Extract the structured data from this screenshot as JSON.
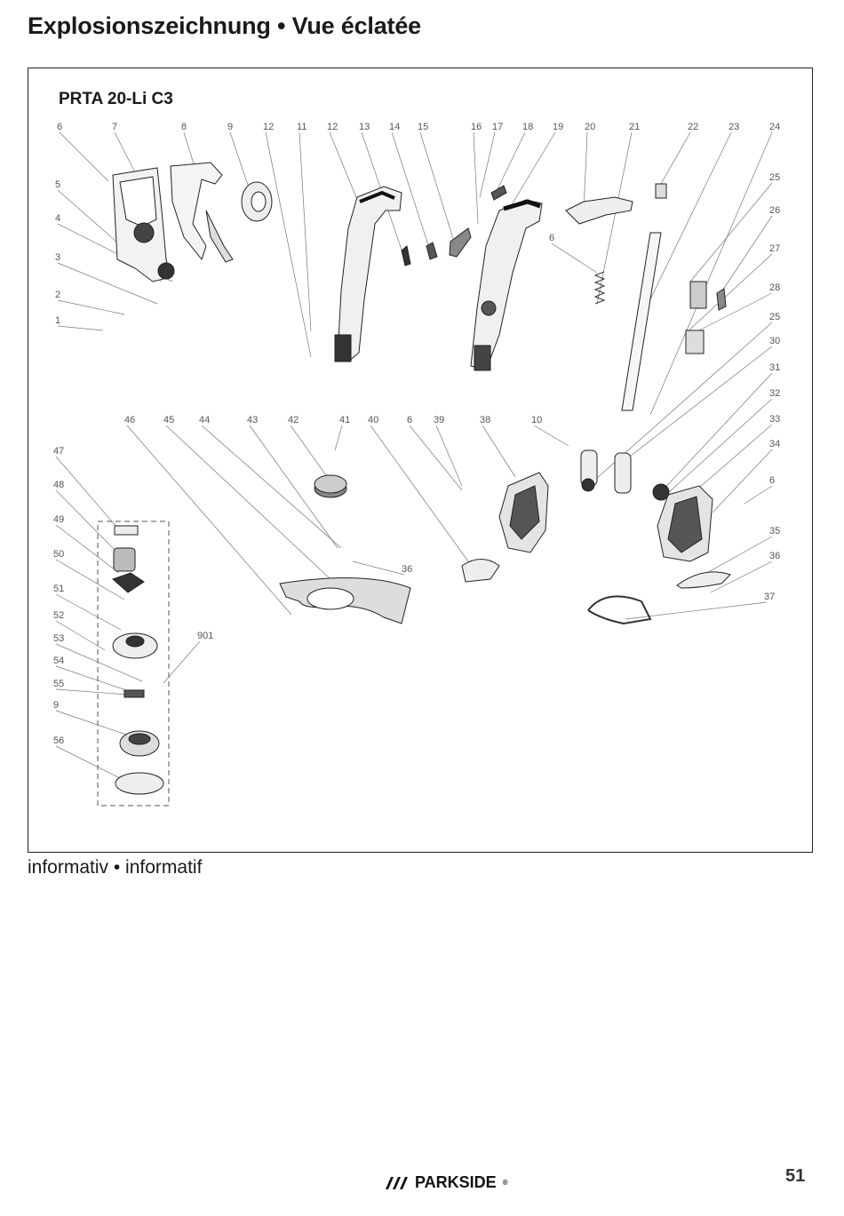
{
  "title": "Explosionszeichnung • Vue éclatée",
  "model": "PRTA 20-Li C3",
  "caption": "informativ • informatif",
  "brand": "PARKSIDE",
  "trademark": "®",
  "page_number": "51",
  "part_labels": [
    "6",
    "7",
    "8",
    "9",
    "12",
    "11",
    "12",
    "13",
    "14",
    "15",
    "16",
    "17",
    "18",
    "19",
    "20",
    "21",
    "22",
    "23",
    "24",
    "5",
    "4",
    "3",
    "2",
    "1",
    "6",
    "25",
    "26",
    "27",
    "28",
    "25",
    "30",
    "31",
    "32",
    "33",
    "34",
    "6",
    "35",
    "36",
    "37",
    "46",
    "45",
    "44",
    "43",
    "42",
    "41",
    "40",
    "6",
    "39",
    "38",
    "10",
    "36",
    "47",
    "48",
    "49",
    "50",
    "51",
    "52",
    "53",
    "54",
    "55",
    "9",
    "56",
    "901"
  ]
}
